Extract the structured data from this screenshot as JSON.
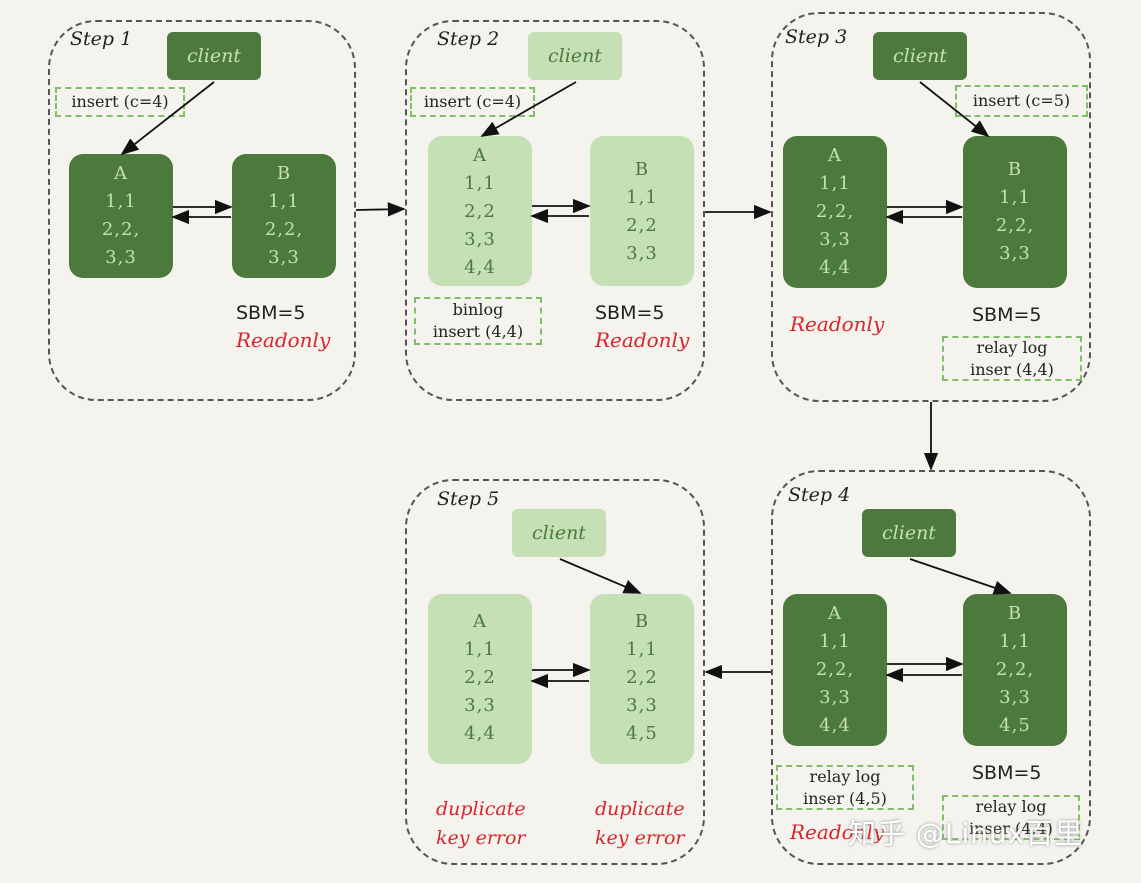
{
  "steps": [
    {
      "label": "Step 1",
      "client": "client",
      "query": "insert (c=4)",
      "node_a": {
        "title": "A",
        "rows": [
          "1,1",
          "2,2,",
          "3,3"
        ]
      },
      "node_b": {
        "title": "B",
        "rows": [
          "1,1",
          "2,2,",
          "3,3"
        ]
      },
      "sbm": "SBM=5",
      "status": "Readonly"
    },
    {
      "label": "Step 2",
      "client": "client",
      "query": "insert (c=4)",
      "node_a": {
        "title": "A",
        "rows": [
          "1,1",
          "2,2",
          "3,3",
          "4,4"
        ]
      },
      "node_b": {
        "title": "B",
        "rows": [
          "1,1",
          "2,2",
          "3,3"
        ]
      },
      "binlog": [
        "binlog",
        "insert (4,4)"
      ],
      "sbm": "SBM=5",
      "status": "Readonly"
    },
    {
      "label": "Step 3",
      "client": "client",
      "query": "insert (c=5)",
      "node_a": {
        "title": "A",
        "rows": [
          "1,1",
          "2,2,",
          "3,3",
          "4,4"
        ]
      },
      "node_b": {
        "title": "B",
        "rows": [
          "1,1",
          "2,2,",
          "3,3"
        ]
      },
      "status": "Readonly",
      "sbm": "SBM=5",
      "relay": [
        "relay log",
        "inser (4,4)"
      ]
    },
    {
      "label": "Step 4",
      "client": "client",
      "node_a": {
        "title": "A",
        "rows": [
          "1,1",
          "2,2,",
          "3,3",
          "4,4"
        ]
      },
      "node_b": {
        "title": "B",
        "rows": [
          "1,1",
          "2,2,",
          "3,3",
          "4,5"
        ]
      },
      "relay_a": [
        "relay log",
        "inser (4,5)"
      ],
      "sbm": "SBM=5",
      "relay_b": [
        "relay log",
        "inser (4,4)"
      ],
      "status": "Readonly"
    },
    {
      "label": "Step 5",
      "client": "client",
      "node_a": {
        "title": "A",
        "rows": [
          "1,1",
          "2,2",
          "3,3",
          "4,4"
        ]
      },
      "node_b": {
        "title": "B",
        "rows": [
          "1,1",
          "2,2",
          "3,3",
          "4,5"
        ]
      },
      "error_a": [
        "duplicate",
        "key error"
      ],
      "error_b": [
        "duplicate",
        "key error"
      ]
    }
  ],
  "watermark": "知乎 @Linux百里",
  "colors": {
    "dark_green": "#4b7a3c",
    "light_green": "#c5e0b4",
    "error_red": "#d8252b",
    "note_border": "#7fbf6a"
  }
}
